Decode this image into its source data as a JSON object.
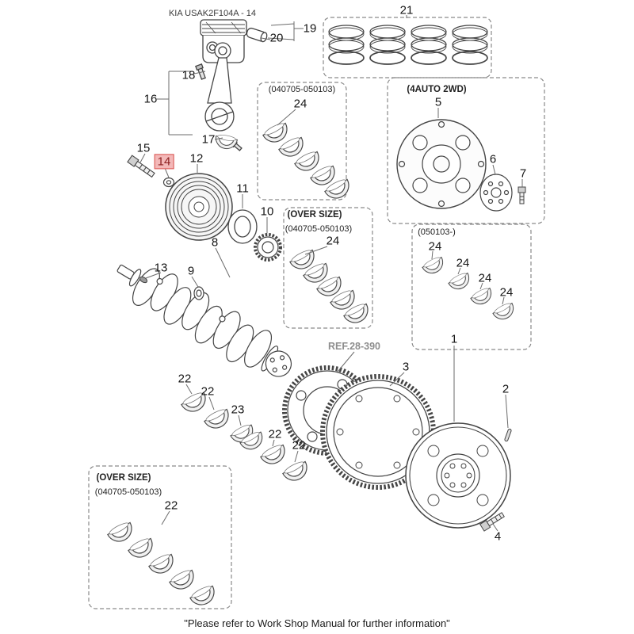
{
  "theme": {
    "highlight_border": "#d9534f",
    "highlight_fill": "#f3b8b8",
    "line_color": "#4a4a4a"
  },
  "header": {
    "catalog_code": "KIA USAK2F104A - 14"
  },
  "footer": {
    "note": "\"Please refer to Work Shop Manual for further information\""
  },
  "labels": {
    "p1": "1",
    "p2": "2",
    "p3": "3",
    "p4": "4",
    "p5": "5",
    "p6": "6",
    "p7": "7",
    "p8": "8",
    "p9": "9",
    "p10": "10",
    "p11": "11",
    "p12": "12",
    "p13": "13",
    "p14": "14",
    "p15": "15",
    "p16": "16",
    "p17": "17",
    "p18": "18",
    "p19": "19",
    "p20": "20",
    "p21": "21",
    "p22_a": "22",
    "p22_b": "22",
    "p22_c": "22",
    "p22_d": "22",
    "p22_oversize": "22",
    "p23": "23",
    "p24_top": "24",
    "p24_mid": "24",
    "p24_late_1": "24",
    "p24_late_2": "24",
    "p24_late_3": "24",
    "p24_late_4": "24",
    "ref_note": "REF.28-390"
  },
  "captions": {
    "top_bearing_range": "(040705-050103)",
    "auto_2wd": "(4AUTO 2WD)",
    "oversize_mid_title": "(OVER SIZE)",
    "oversize_mid_range": "(040705-050103)",
    "late_range": "(050103-)",
    "oversize_bottom_title": "(OVER SIZE)",
    "oversize_bottom_range": "(040705-050103)"
  }
}
